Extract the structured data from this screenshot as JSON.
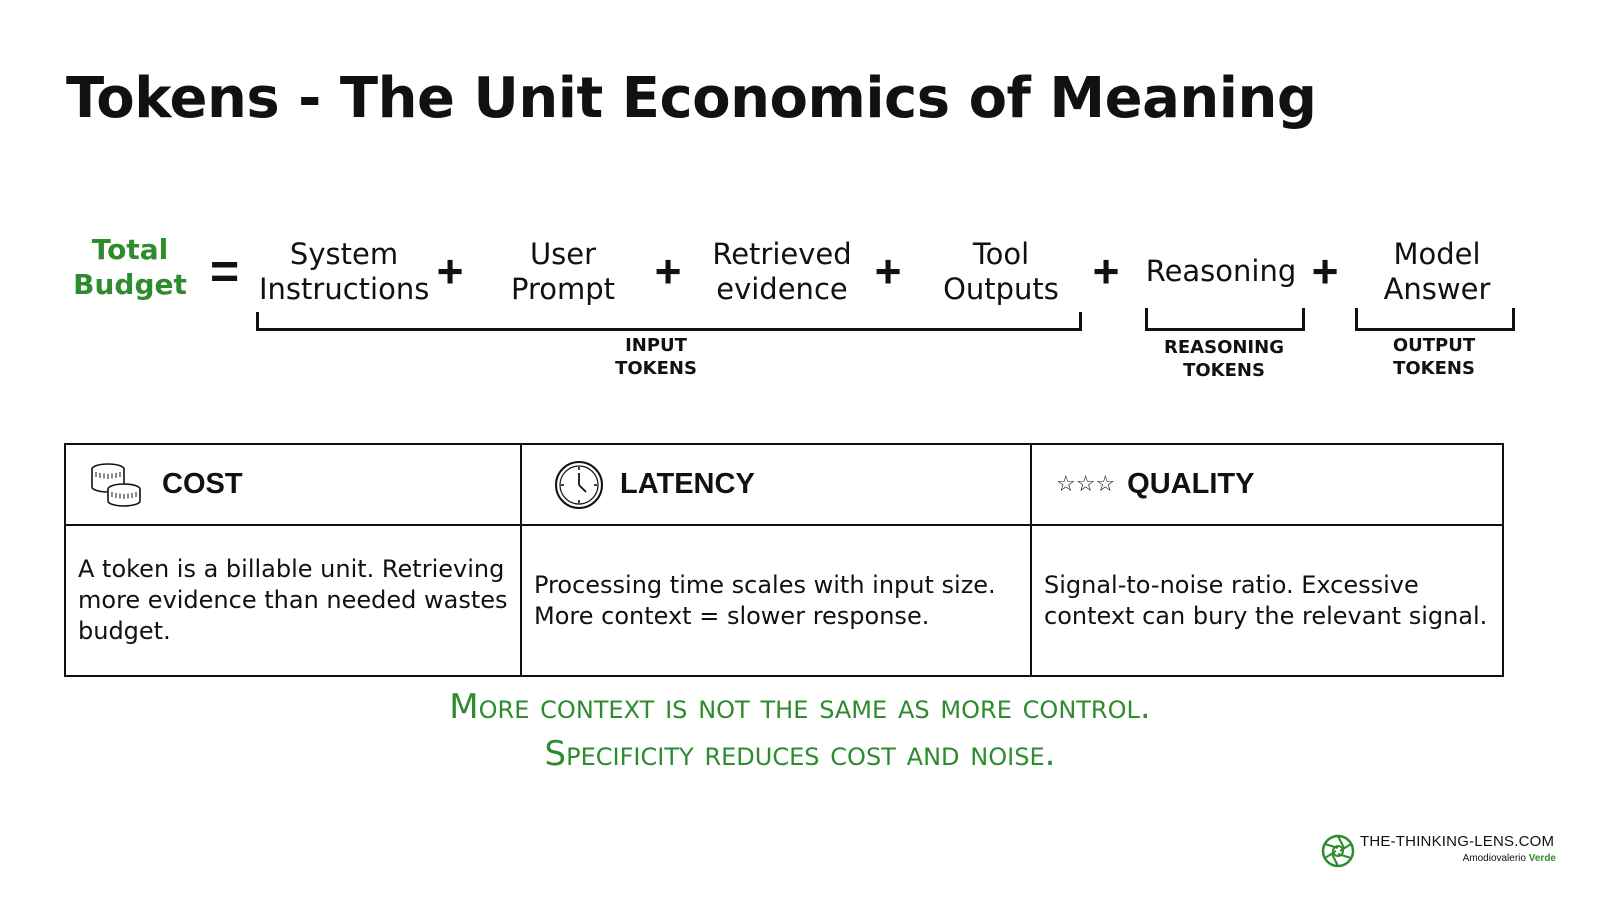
{
  "title": "Tokens - The Unit Economics of Meaning",
  "equation": {
    "lhs_line1": "Total",
    "lhs_line2": "Budget",
    "equals": "=",
    "plus": "+",
    "terms": [
      {
        "line1": "System",
        "line2": "Instructions"
      },
      {
        "line1": "User",
        "line2": "Prompt"
      },
      {
        "line1": "Retrieved",
        "line2": "evidence"
      },
      {
        "line1": "Tool",
        "line2": "Outputs"
      },
      {
        "line1": "Reasoning",
        "line2": ""
      },
      {
        "line1": "Model",
        "line2": "Answer"
      }
    ],
    "groups": [
      {
        "line1": "INPUT",
        "line2": "TOKENS"
      },
      {
        "line1": "REASONING",
        "line2": "TOKENS"
      },
      {
        "line1": "OUTPUT",
        "line2": "TOKENS"
      }
    ]
  },
  "table": {
    "columns": [
      {
        "icon": "coins-icon",
        "header": "COST",
        "body": "A token is a billable unit. Retrieving more evidence than needed wastes budget."
      },
      {
        "icon": "clock-icon",
        "header": "LATENCY",
        "body": "Processing time scales with input size. More context = slower response."
      },
      {
        "icon": "stars-icon",
        "icon_text": "☆☆☆",
        "header": "QUALITY",
        "body": "Signal-to-noise ratio. Excessive context can bury the relevant signal."
      }
    ]
  },
  "tagline": {
    "line1": "More context is not the same as more control.",
    "line2": "Specificity reduces cost and noise."
  },
  "brand": {
    "site": "THE-THINKING-LENS.COM",
    "author_first": "Amodiovalerio",
    "author_last": "Verde"
  },
  "colors": {
    "accent": "#2e8b2e",
    "text": "#111111",
    "background": "#ffffff"
  }
}
